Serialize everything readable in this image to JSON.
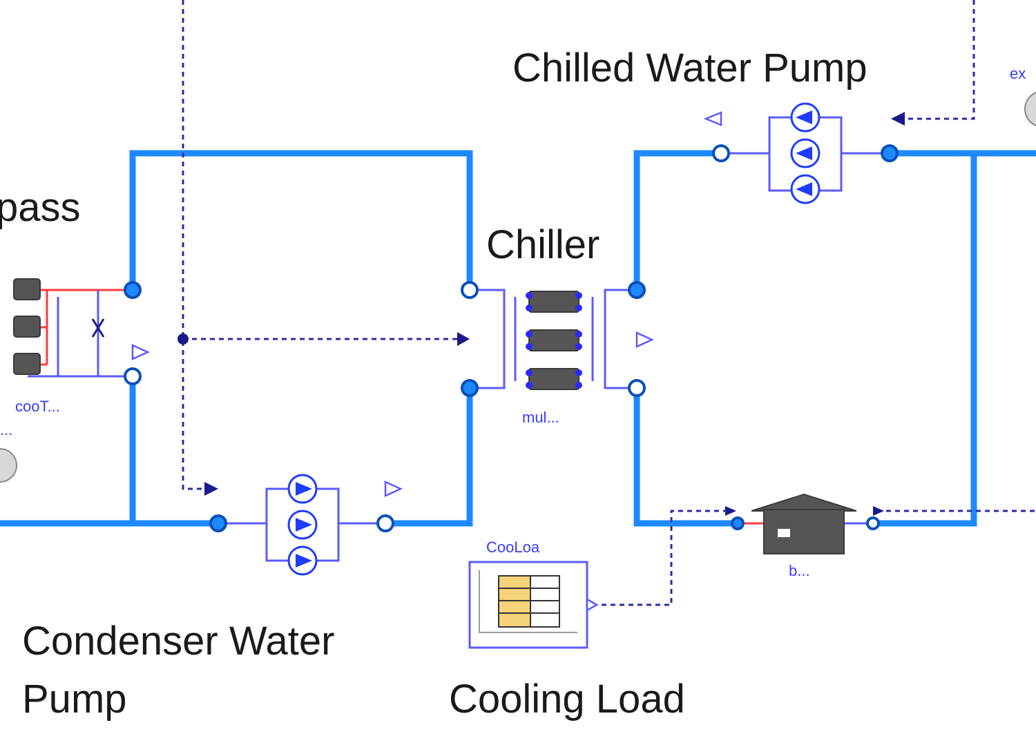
{
  "labels": {
    "chilled_water_pump": "Chilled Water Pump",
    "bypass_partial": "pass",
    "chiller": "Chiller",
    "condenser_water_pump_line1": "Condenser Water",
    "condenser_water_pump_line2": "Pump",
    "cooling_load": "Cooling Load"
  },
  "component_names": {
    "cooling_tower": "cooT...",
    "multi_chiller": "mul...",
    "cooling_load_table": "CooLoa",
    "building": "b...",
    "exp_partial": "ex",
    "left_partial": "..."
  },
  "colors": {
    "pipe": "#1e88ff",
    "signal": "#2a2aa8",
    "component_text": "#3a3aff",
    "label_text": "#1a1a1a",
    "hot_line": "#ff3b3b",
    "table_fill": "#f5d37a"
  },
  "icons": [
    "pump-icon",
    "chiller-icon",
    "cooling-tower-icon",
    "valve-icon",
    "building-icon",
    "table-icon",
    "expansion-vessel-icon"
  ]
}
